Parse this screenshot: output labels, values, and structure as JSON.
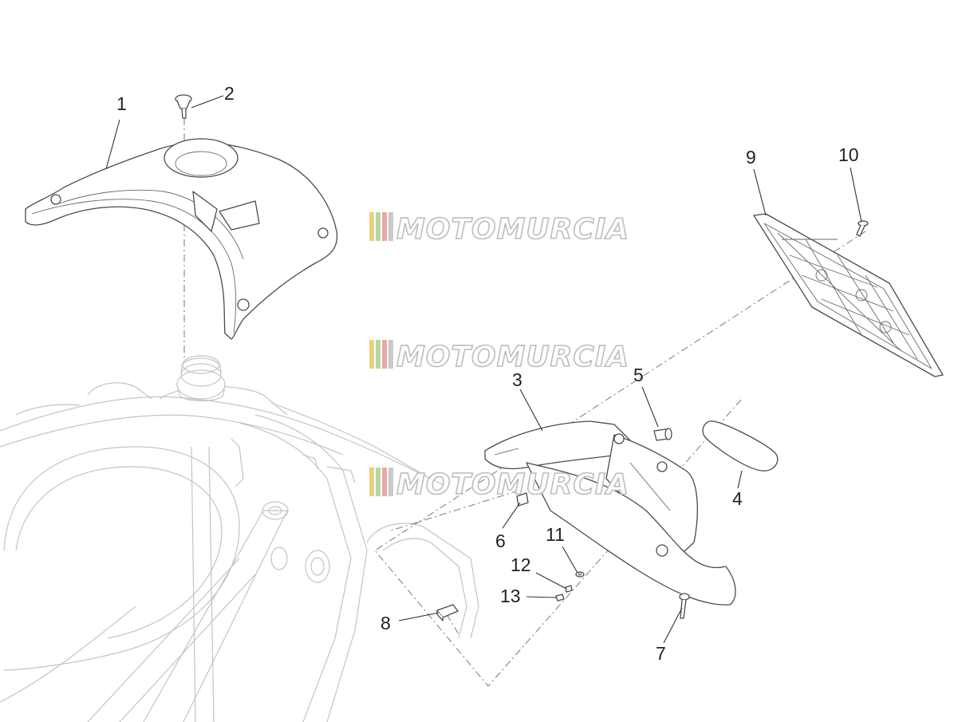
{
  "watermark": {
    "text": "MOTOMURCIA",
    "stripe_colors": [
      "#e8d27a",
      "#b7d7a0",
      "#e7a9a9",
      "#c9c9c9"
    ]
  },
  "parts": [
    {
      "number": "1"
    },
    {
      "number": "2"
    },
    {
      "number": "3"
    },
    {
      "number": "4"
    },
    {
      "number": "5"
    },
    {
      "number": "6"
    },
    {
      "number": "7"
    },
    {
      "number": "8"
    },
    {
      "number": "9"
    },
    {
      "number": "10"
    },
    {
      "number": "11"
    },
    {
      "number": "12"
    },
    {
      "number": "13"
    }
  ]
}
